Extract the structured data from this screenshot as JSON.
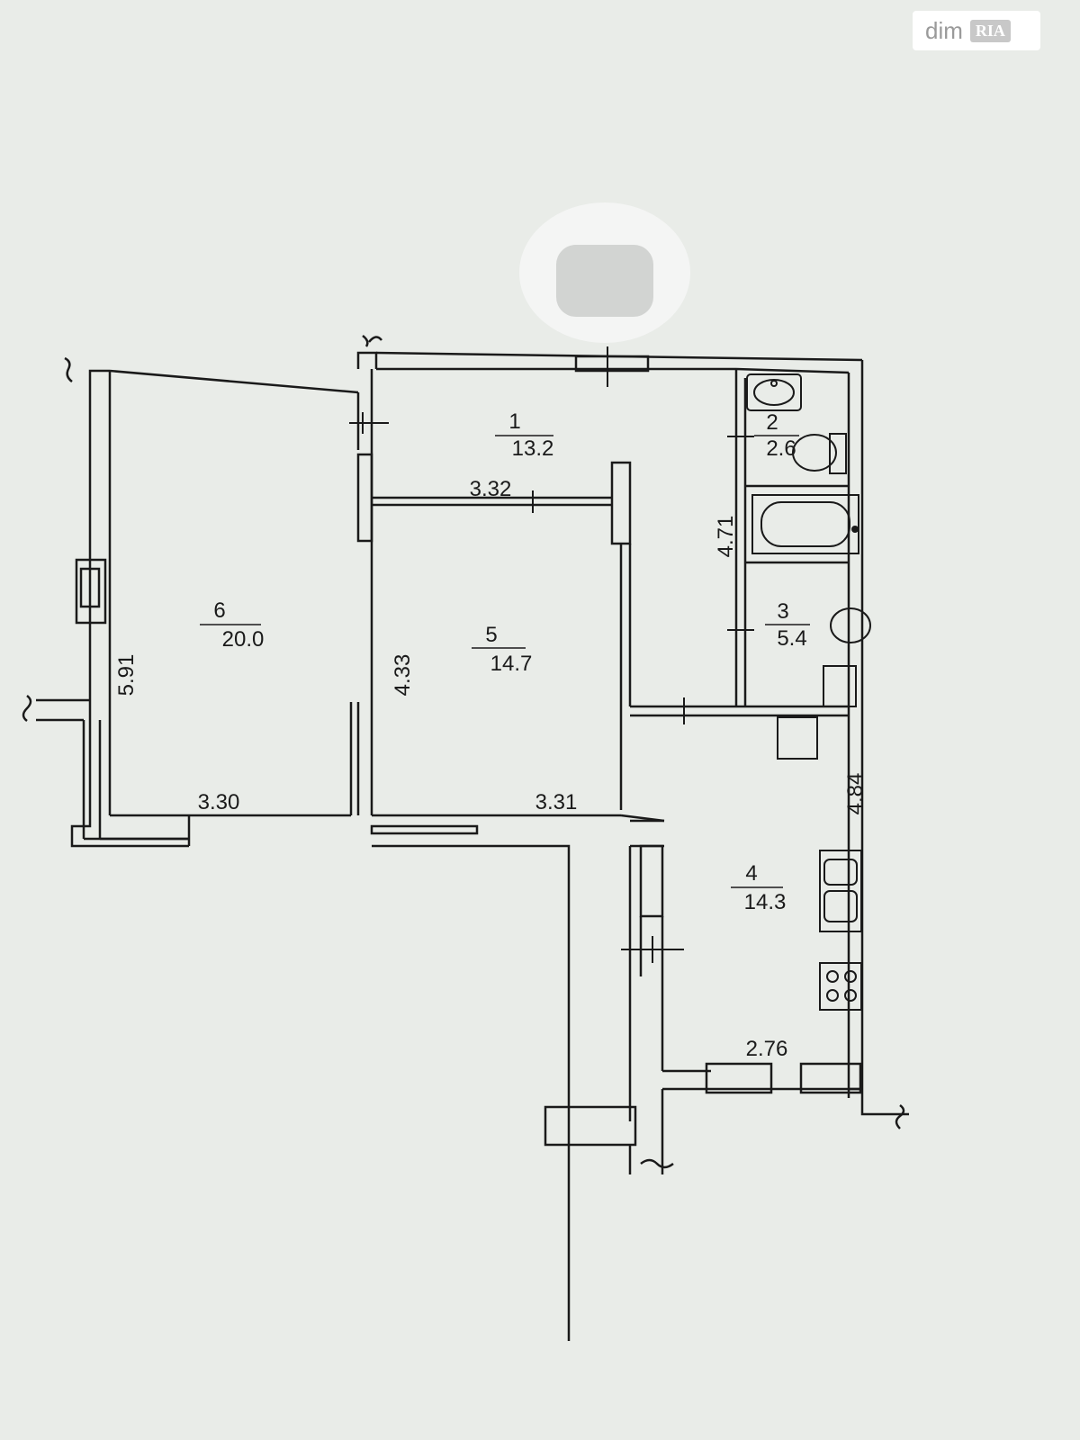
{
  "watermark": {
    "text": "dim",
    "logo": "RIA"
  },
  "rooms": [
    {
      "number": "1",
      "area": "13.2"
    },
    {
      "number": "2",
      "area": "2.6"
    },
    {
      "number": "3",
      "area": "5.4"
    },
    {
      "number": "4",
      "area": "14.3"
    },
    {
      "number": "5",
      "area": "14.7"
    },
    {
      "number": "6",
      "area": "20.0"
    }
  ],
  "dimensions": {
    "room1_width": "3.32",
    "room6_width": "3.30",
    "room5_width": "3.31",
    "room6_length": "5.91",
    "room5_length": "4.33",
    "corridor_length": "4.71",
    "room4_length": "4.84",
    "room4_width": "2.76"
  }
}
